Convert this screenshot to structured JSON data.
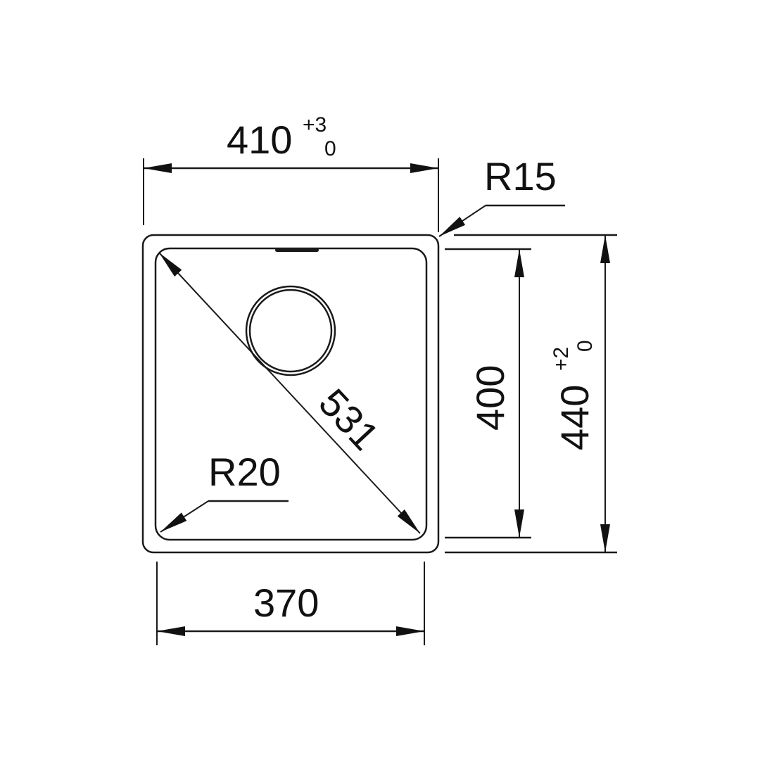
{
  "drawing": {
    "title": "Sink technical drawing",
    "line_color": "#1a1a1a",
    "background": "#ffffff"
  },
  "dimensions": {
    "outer_width": {
      "value": "410",
      "tol_upper": "+3",
      "tol_lower": "0"
    },
    "outer_height": {
      "value": "440",
      "tol_upper": "+2",
      "tol_lower": "0"
    },
    "inner_width": {
      "value": "370"
    },
    "inner_height": {
      "value": "400"
    },
    "diagonal": {
      "value": "531"
    },
    "outer_radius": {
      "value": "R15"
    },
    "inner_radius": {
      "value": "R20"
    }
  }
}
